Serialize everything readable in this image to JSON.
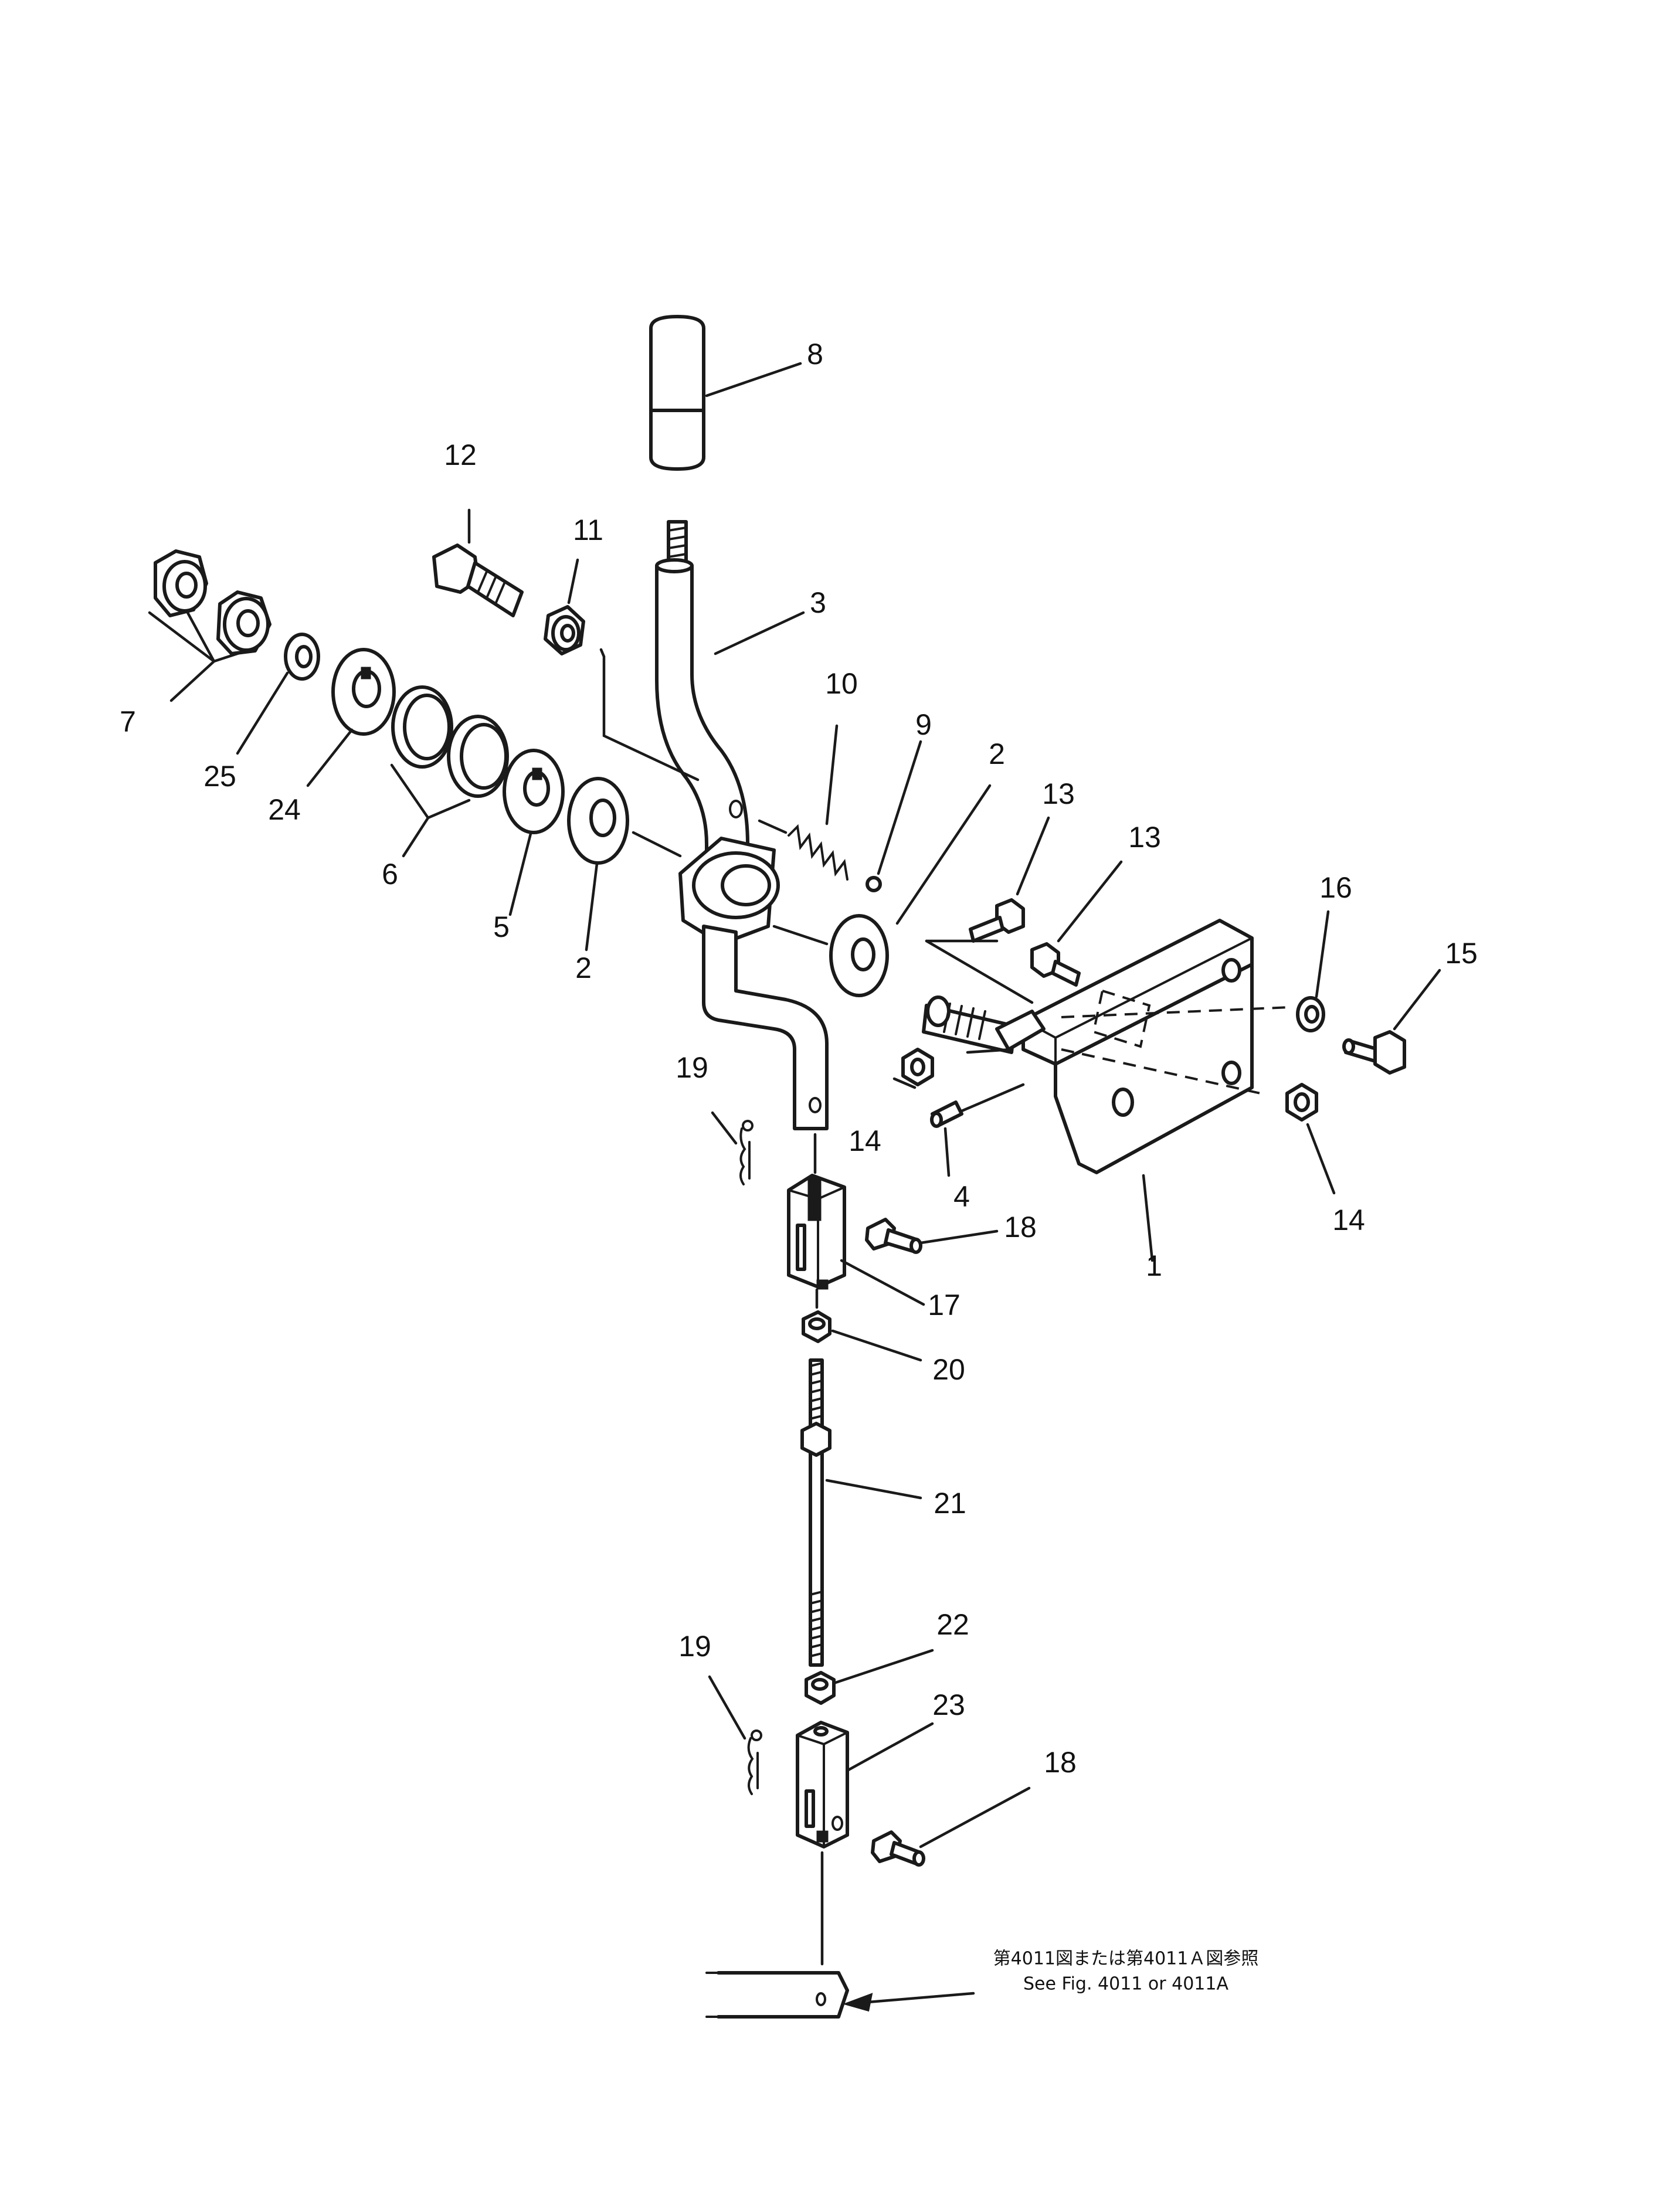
{
  "callouts": {
    "c1": "1",
    "c2a": "2",
    "c2b": "2",
    "c3": "3",
    "c4": "4",
    "c5": "5",
    "c6": "6",
    "c7": "7",
    "c8": "8",
    "c9": "9",
    "c10": "10",
    "c11": "11",
    "c12": "12",
    "c13a": "13",
    "c13b": "13",
    "c14a": "14",
    "c14b": "14",
    "c15": "15",
    "c16": "16",
    "c17": "17",
    "c18a": "18",
    "c18b": "18",
    "c19a": "19",
    "c19b": "19",
    "c20": "20",
    "c21": "21",
    "c22": "22",
    "c23": "23",
    "c24": "24",
    "c25": "25"
  },
  "reference_note": {
    "japanese": "第4011図または第4011Ａ図参照",
    "english": "See Fig. 4011 or 4011A"
  },
  "colors": {
    "ink": "#1a1a1a",
    "paper": "#ffffff"
  }
}
